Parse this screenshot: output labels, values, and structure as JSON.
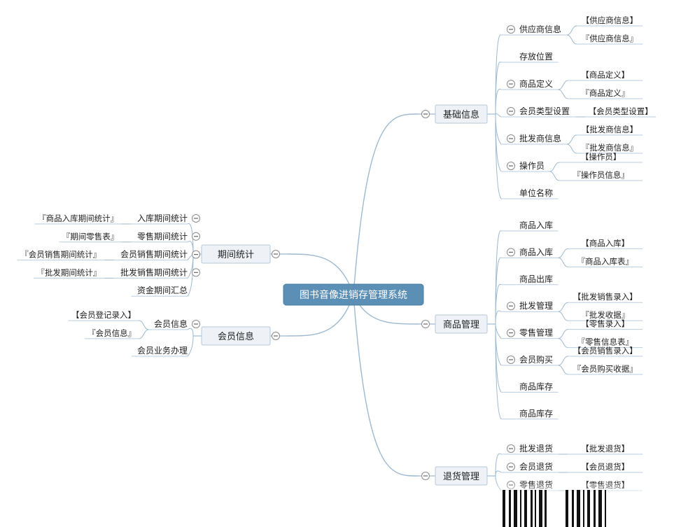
{
  "root": "图书音像进销存管理系统",
  "colors": {
    "root_fill": "#5b8fb5",
    "node_fill": "#eef2f7",
    "node_stroke": "#b6c8d9",
    "line": "#9cb9d1",
    "underline": "#b9cde0"
  },
  "branches": [
    {
      "label": "基础信息",
      "side": "right",
      "children": [
        {
          "label": "供应商信息",
          "leaves": [
            "【供应商信息】",
            "『供应商信息』"
          ]
        },
        {
          "label": "存放位置",
          "leaves": []
        },
        {
          "label": "商品定义",
          "leaves": [
            "【商品定义】",
            "『商品定义』"
          ]
        },
        {
          "label": "会员类型设置",
          "leaves": [
            "【会员类型设置】"
          ]
        },
        {
          "label": "批发商信息",
          "leaves": [
            "【批发商信息】",
            "『批发商信息』"
          ]
        },
        {
          "label": "操作员",
          "leaves": [
            "【操作员】",
            "『操作员信息』"
          ]
        },
        {
          "label": "单位名称",
          "leaves": []
        }
      ]
    },
    {
      "label": "商品管理",
      "side": "right",
      "children": [
        {
          "label": "商品入库",
          "leaves": []
        },
        {
          "label": "商品入库",
          "leaves": [
            "【商品入库】",
            "『商品入库表』"
          ]
        },
        {
          "label": "商品出库",
          "leaves": []
        },
        {
          "label": "批发管理",
          "leaves": [
            "【批发销售录入】",
            "『批发收据』"
          ]
        },
        {
          "label": "零售管理",
          "leaves": [
            "【零售录入】",
            "『零售信息表』"
          ]
        },
        {
          "label": "会员购买",
          "leaves": [
            "【会员销售录入】",
            "『会员购买收据』"
          ]
        },
        {
          "label": "商品库存",
          "leaves": []
        },
        {
          "label": "商品库存",
          "leaves": []
        }
      ]
    },
    {
      "label": "退货管理",
      "side": "right",
      "children": [
        {
          "label": "批发退货",
          "leaves": [
            "【批发退货】"
          ]
        },
        {
          "label": "会员退货",
          "leaves": [
            "【会员退货】"
          ]
        },
        {
          "label": "零售退货",
          "leaves": [
            "【零售退货】"
          ]
        }
      ]
    },
    {
      "label": "期间统计",
      "side": "left",
      "children": [
        {
          "label": "入库期间统计",
          "leaves": [
            "『商品入库期间统计』"
          ]
        },
        {
          "label": "零售期间统计",
          "leaves": [
            "『期间零售表』"
          ]
        },
        {
          "label": "会员销售期间统计",
          "leaves": [
            "『会员销售期间统计』"
          ]
        },
        {
          "label": "批发销售期间统计",
          "leaves": [
            "『批发期间统计』"
          ]
        },
        {
          "label": "资金期间汇总",
          "leaves": []
        }
      ]
    },
    {
      "label": "会员信息",
      "side": "left",
      "children": [
        {
          "label": "会员信息",
          "leaves": [
            "【会员登记录入】",
            "『会员信息』"
          ]
        },
        {
          "label": "会员业务办理",
          "leaves": []
        }
      ]
    }
  ]
}
